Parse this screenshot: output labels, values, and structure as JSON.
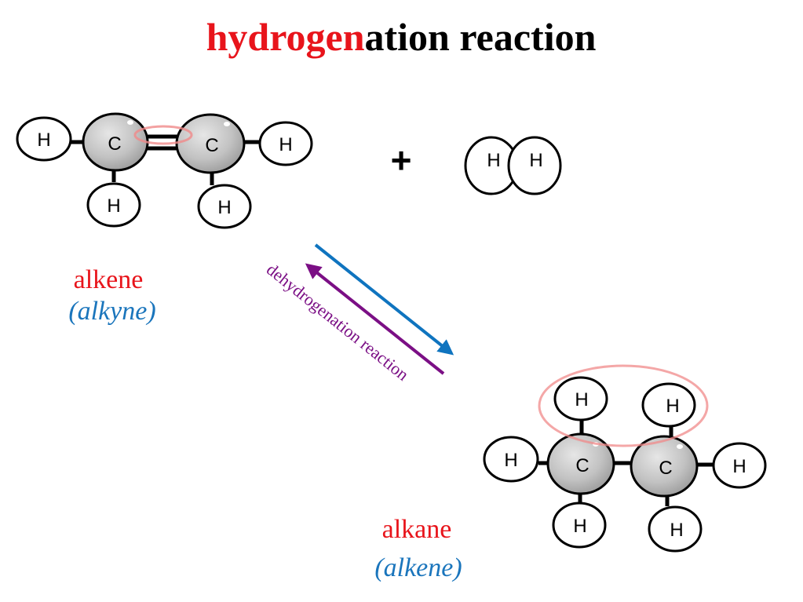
{
  "title": {
    "highlight": "hydrogen",
    "rest": "ation reaction",
    "highlight_color": "#e8141b"
  },
  "reactant": {
    "name": "alkene",
    "alt_name": "(alkyne)",
    "name_color": "#e8141b",
    "alt_color": "#1a75bc",
    "carbons": [
      "C",
      "C"
    ],
    "hydrogens": [
      "H",
      "H",
      "H",
      "H"
    ]
  },
  "plus_sign": "+",
  "h2": {
    "atoms": [
      "H",
      "H"
    ]
  },
  "product": {
    "name": "alkane",
    "alt_name": "(alkene)",
    "name_color": "#e8141b",
    "alt_color": "#1a75bc",
    "carbons": [
      "C",
      "C"
    ],
    "hydrogens": [
      "H",
      "H",
      "H",
      "H",
      "H",
      "H"
    ]
  },
  "reverse_arrow_label": "dehydrogenation reaction",
  "colors": {
    "forward_arrow": "#0f74bf",
    "reverse_arrow": "#7b0f85",
    "carbon_fill": "#c8c8c8",
    "highlight_ring": "#f08a8a"
  }
}
